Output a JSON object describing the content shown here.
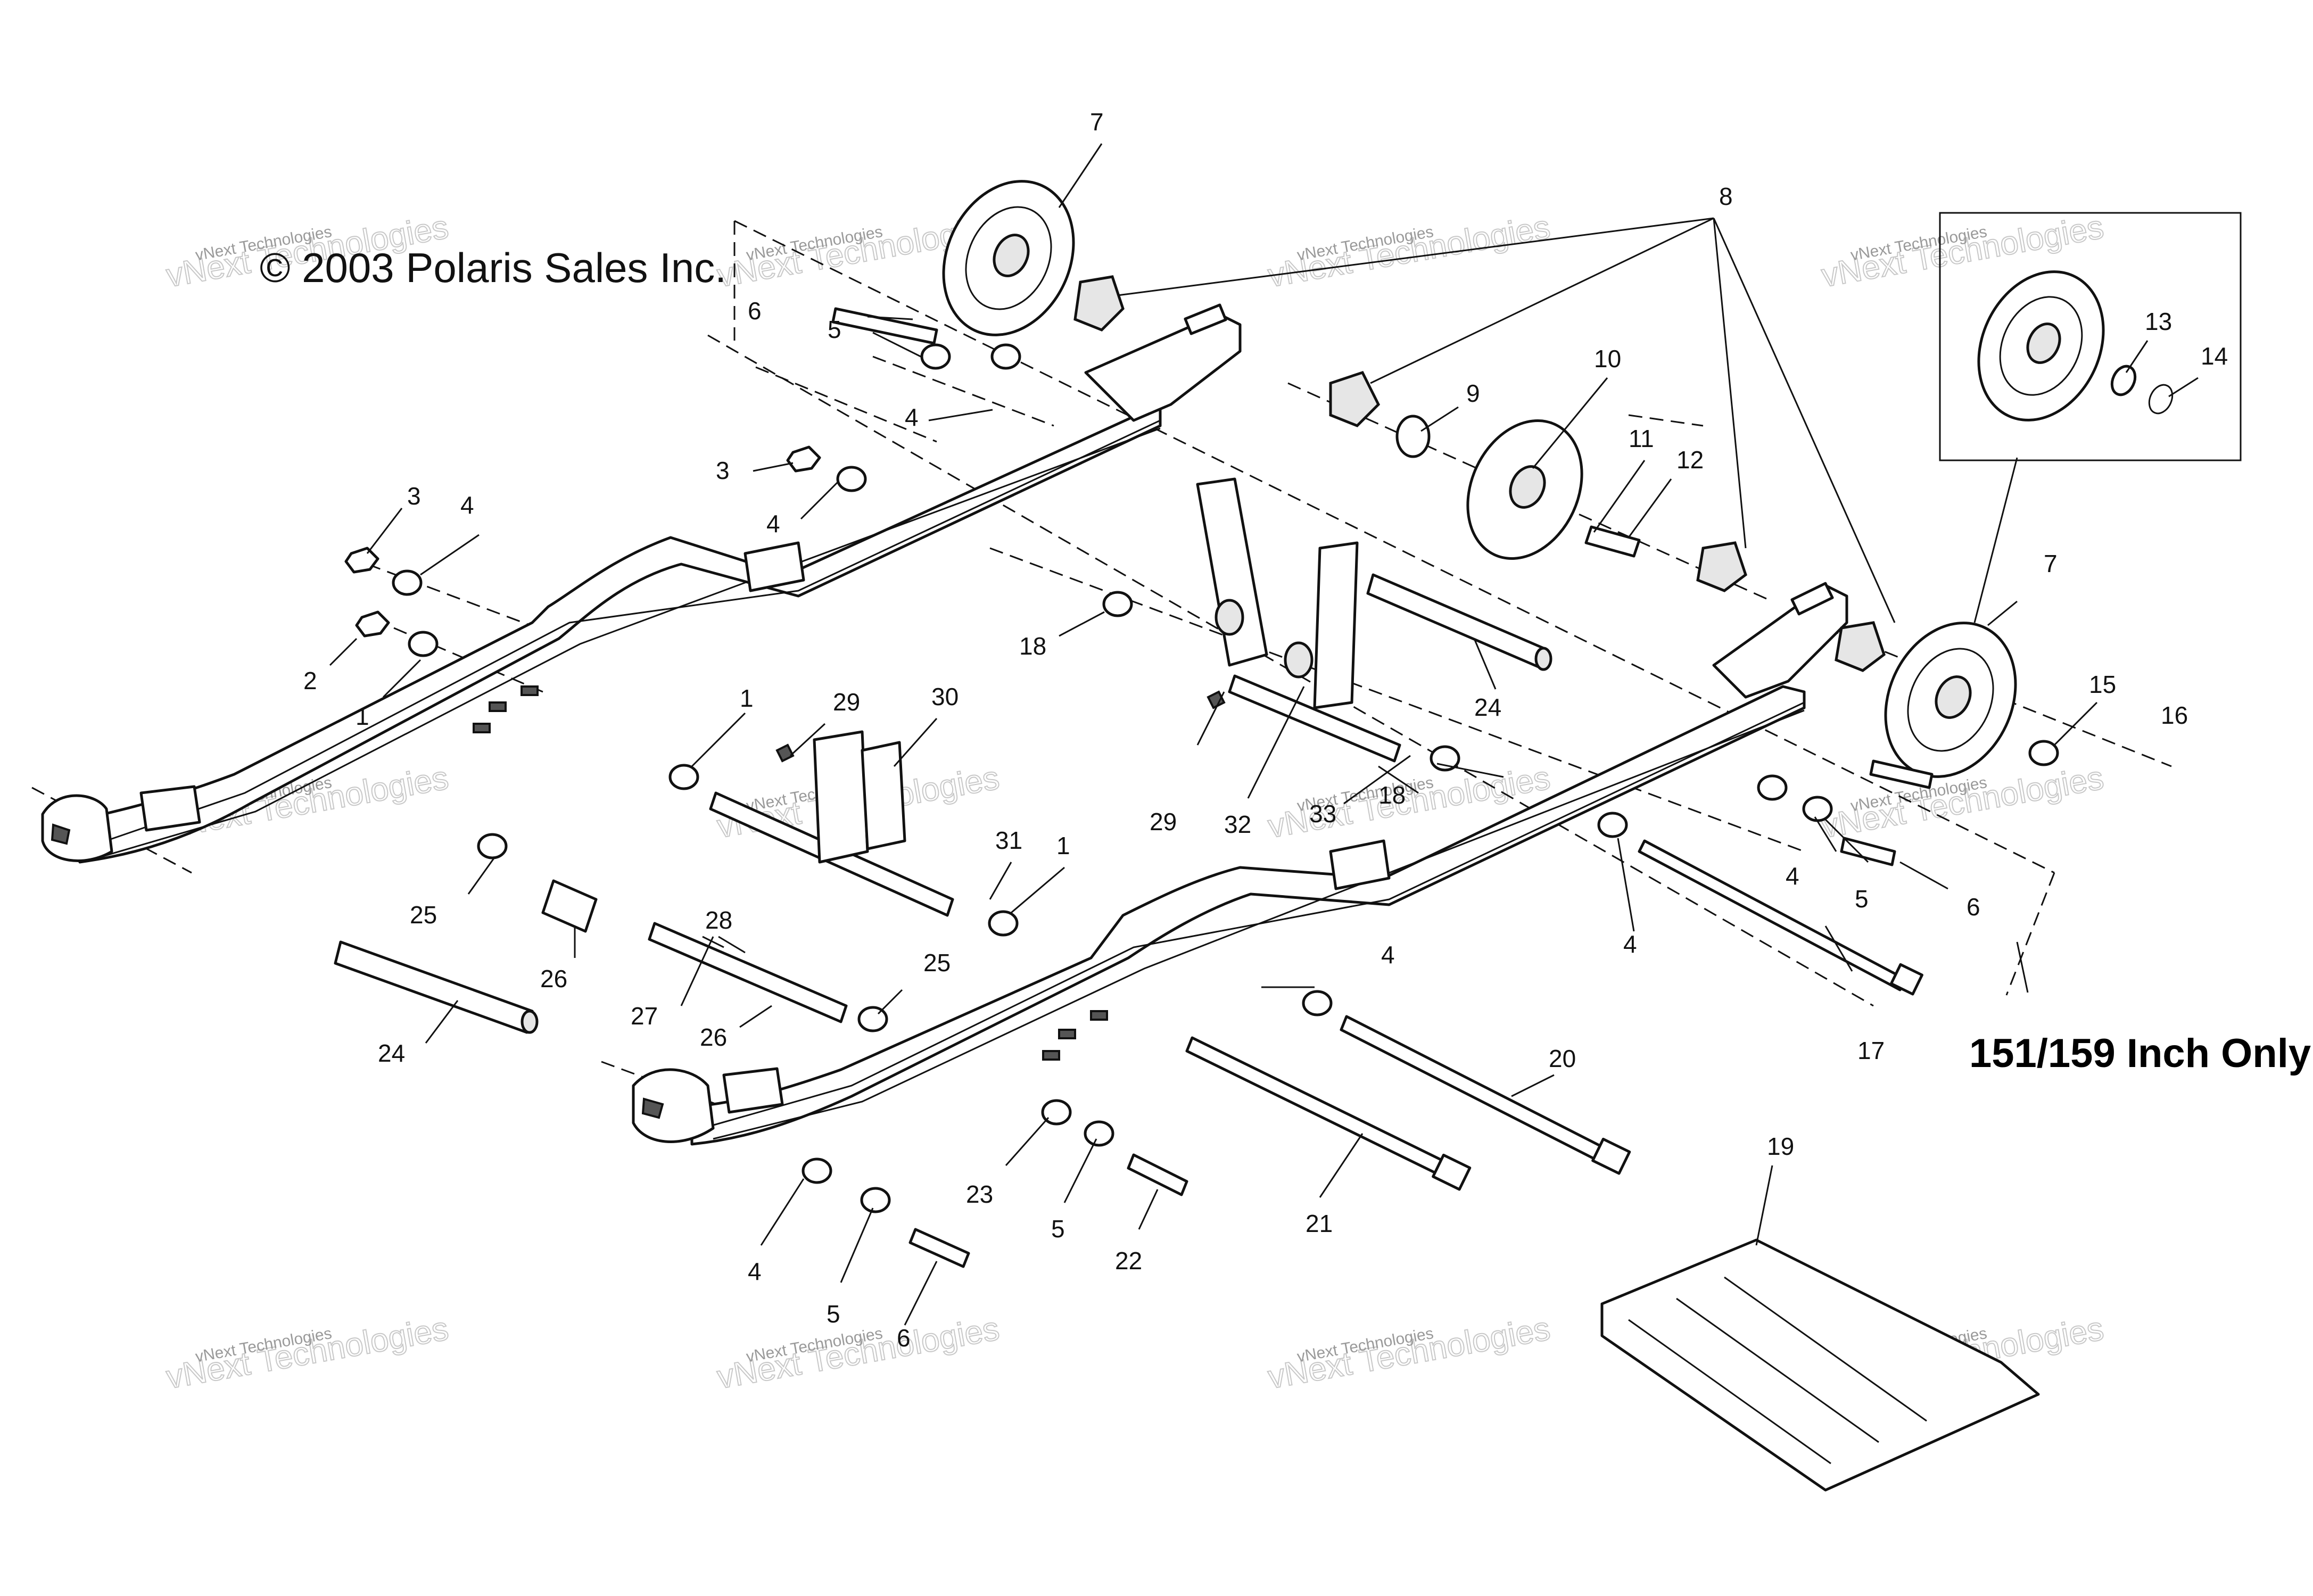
{
  "copyright": "© 2003 Polaris Sales Inc.",
  "note": "151/159 Inch Only",
  "watermark": {
    "line1": "vNext Technologies",
    "line2": "vNext Technologies"
  },
  "callouts": [
    {
      "id": "c1a",
      "text": "1"
    },
    {
      "id": "c1b",
      "text": "1"
    },
    {
      "id": "c1c",
      "text": "1"
    },
    {
      "id": "c2",
      "text": "2"
    },
    {
      "id": "c3a",
      "text": "3"
    },
    {
      "id": "c3b",
      "text": "3"
    },
    {
      "id": "c4a",
      "text": "4"
    },
    {
      "id": "c4b",
      "text": "4"
    },
    {
      "id": "c4c",
      "text": "4"
    },
    {
      "id": "c4d",
      "text": "4"
    },
    {
      "id": "c4e",
      "text": "4"
    },
    {
      "id": "c4f",
      "text": "4"
    },
    {
      "id": "c4g",
      "text": "4"
    },
    {
      "id": "c5a",
      "text": "5"
    },
    {
      "id": "c5b",
      "text": "5"
    },
    {
      "id": "c5c",
      "text": "5"
    },
    {
      "id": "c5d",
      "text": "5"
    },
    {
      "id": "c6a",
      "text": "6"
    },
    {
      "id": "c6b",
      "text": "6"
    },
    {
      "id": "c6c",
      "text": "6"
    },
    {
      "id": "c7a",
      "text": "7"
    },
    {
      "id": "c7b",
      "text": "7"
    },
    {
      "id": "c8",
      "text": "8"
    },
    {
      "id": "c9",
      "text": "9"
    },
    {
      "id": "c10",
      "text": "10"
    },
    {
      "id": "c11",
      "text": "11"
    },
    {
      "id": "c12",
      "text": "12"
    },
    {
      "id": "c13",
      "text": "13"
    },
    {
      "id": "c14",
      "text": "14"
    },
    {
      "id": "c15",
      "text": "15"
    },
    {
      "id": "c16",
      "text": "16"
    },
    {
      "id": "c17",
      "text": "17"
    },
    {
      "id": "c18a",
      "text": "18"
    },
    {
      "id": "c18b",
      "text": "18"
    },
    {
      "id": "c19",
      "text": "19"
    },
    {
      "id": "c20",
      "text": "20"
    },
    {
      "id": "c21",
      "text": "21"
    },
    {
      "id": "c22",
      "text": "22"
    },
    {
      "id": "c23",
      "text": "23"
    },
    {
      "id": "c24a",
      "text": "24"
    },
    {
      "id": "c24b",
      "text": "24"
    },
    {
      "id": "c25a",
      "text": "25"
    },
    {
      "id": "c25b",
      "text": "25"
    },
    {
      "id": "c26a",
      "text": "26"
    },
    {
      "id": "c26b",
      "text": "26"
    },
    {
      "id": "c27",
      "text": "27"
    },
    {
      "id": "c28",
      "text": "28"
    },
    {
      "id": "c29a",
      "text": "29"
    },
    {
      "id": "c29b",
      "text": "29"
    },
    {
      "id": "c30",
      "text": "30"
    },
    {
      "id": "c31",
      "text": "31"
    },
    {
      "id": "c32",
      "text": "32"
    },
    {
      "id": "c33",
      "text": "33"
    }
  ]
}
